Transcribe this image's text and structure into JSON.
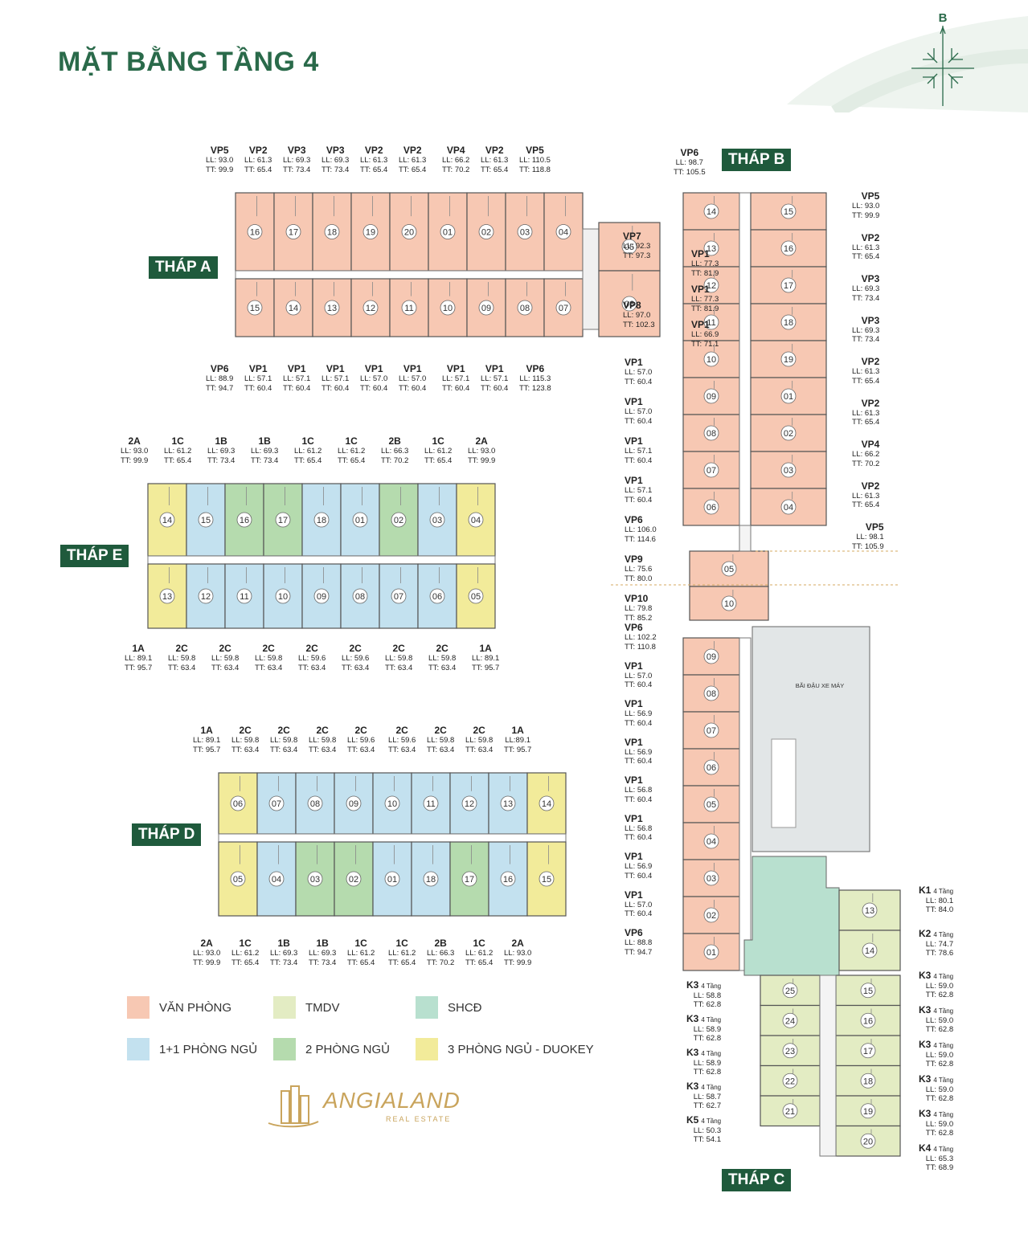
{
  "title": "MẶT BẰNG TẦNG 4",
  "compass": {
    "north_label": "B",
    "icon": "compass-icon"
  },
  "colors": {
    "office": "#f7c8b3",
    "commercial": "#e3ecc3",
    "community": "#b8e0cf",
    "one_plus_one": "#c3e1ef",
    "two_bed": "#b5dbae",
    "three_bed": "#f2eb9a",
    "accent": "#1f5a3c"
  },
  "towers": {
    "a": {
      "label": "THÁP A",
      "top_units": [
        "16",
        "17",
        "18",
        "19",
        "20",
        "01",
        "02",
        "03",
        "04"
      ],
      "bottom_units": [
        "15",
        "14",
        "13",
        "12",
        "11",
        "10",
        "09",
        "08",
        "07"
      ],
      "side_units": [
        "05",
        "06"
      ],
      "top_labels": [
        {
          "code": "VP5",
          "ll": "LL: 93.0",
          "tt": "TT: 99.9"
        },
        {
          "code": "VP2",
          "ll": "LL: 61.3",
          "tt": "TT: 65.4"
        },
        {
          "code": "VP3",
          "ll": "LL: 69.3",
          "tt": "TT: 73.4"
        },
        {
          "code": "VP3",
          "ll": "LL: 69.3",
          "tt": "TT: 73.4"
        },
        {
          "code": "VP2",
          "ll": "LL: 61.3",
          "tt": "TT: 65.4"
        },
        {
          "code": "VP2",
          "ll": "LL: 61.3",
          "tt": "TT: 65.4"
        },
        {
          "code": "VP4",
          "ll": "LL: 66.2",
          "tt": "TT: 70.2"
        },
        {
          "code": "VP2",
          "ll": "LL: 61.3",
          "tt": "TT: 65.4"
        },
        {
          "code": "VP5",
          "ll": "LL: 110.5",
          "tt": "TT: 118.8"
        }
      ],
      "bottom_labels": [
        {
          "code": "VP6",
          "ll": "LL: 88.9",
          "tt": "TT: 94.7"
        },
        {
          "code": "VP1",
          "ll": "LL: 57.1",
          "tt": "TT: 60.4"
        },
        {
          "code": "VP1",
          "ll": "LL: 57.1",
          "tt": "TT: 60.4"
        },
        {
          "code": "VP1",
          "ll": "LL: 57.1",
          "tt": "TT: 60.4"
        },
        {
          "code": "VP1",
          "ll": "LL: 57.0",
          "tt": "TT: 60.4"
        },
        {
          "code": "VP1",
          "ll": "LL: 57.0",
          "tt": "TT: 60.4"
        },
        {
          "code": "VP1",
          "ll": "LL: 57.1",
          "tt": "TT: 60.4"
        },
        {
          "code": "VP1",
          "ll": "LL: 57.1",
          "tt": "TT: 60.4"
        },
        {
          "code": "VP6",
          "ll": "LL: 115.3",
          "tt": "TT: 123.8"
        }
      ],
      "side_labels": [
        {
          "code": "VP7",
          "ll": "LL: 92.3",
          "tt": "TT: 97.3"
        },
        {
          "code": "VP8",
          "ll": "LL: 97.0",
          "tt": "TT: 102.3"
        }
      ]
    },
    "b": {
      "label": "THÁP B",
      "top_label": {
        "code": "VP6",
        "ll": "LL: 98.7",
        "tt": "TT: 105.5"
      },
      "left_units": [
        "14",
        "13",
        "12",
        "11",
        "10",
        "09",
        "08",
        "07",
        "06"
      ],
      "right_units": [
        "15",
        "16",
        "17",
        "18",
        "19",
        "01",
        "02",
        "03",
        "04"
      ],
      "center_units": [
        "05",
        "10"
      ],
      "inner_labels": [
        {
          "code": "VP1",
          "ll": "LL: 77.3",
          "tt": "TT: 81.9"
        },
        {
          "code": "VP1",
          "ll": "LL: 77.3",
          "tt": "TT: 81.9"
        },
        {
          "code": "VP1",
          "ll": "LL: 66.9",
          "tt": "TT: 71.1"
        }
      ],
      "right_labels": [
        {
          "code": "VP5",
          "ll": "LL: 93.0",
          "tt": "TT: 99.9"
        },
        {
          "code": "VP2",
          "ll": "LL: 61.3",
          "tt": "TT: 65.4"
        },
        {
          "code": "VP3",
          "ll": "LL: 69.3",
          "tt": "TT: 73.4"
        },
        {
          "code": "VP3",
          "ll": "LL: 69.3",
          "tt": "TT: 73.4"
        },
        {
          "code": "VP2",
          "ll": "LL: 61.3",
          "tt": "TT: 65.4"
        },
        {
          "code": "VP2",
          "ll": "LL: 61.3",
          "tt": "TT: 65.4"
        },
        {
          "code": "VP4",
          "ll": "LL: 66.2",
          "tt": "TT: 70.2"
        },
        {
          "code": "VP2",
          "ll": "LL: 61.3",
          "tt": "TT: 65.4"
        },
        {
          "code": "VP5",
          "ll": "LL: 98.1",
          "tt": "TT: 105.9"
        }
      ],
      "left_labels": [
        {
          "code": "VP1",
          "ll": "LL: 57.0",
          "tt": "TT: 60.4"
        },
        {
          "code": "VP1",
          "ll": "LL: 57.0",
          "tt": "TT: 60.4"
        },
        {
          "code": "VP1",
          "ll": "LL: 57.1",
          "tt": "TT: 60.4"
        },
        {
          "code": "VP1",
          "ll": "LL: 57.1",
          "tt": "TT: 60.4"
        },
        {
          "code": "VP6",
          "ll": "LL: 106.0",
          "tt": "TT: 114.6"
        },
        {
          "code": "VP9",
          "ll": "LL: 75.6",
          "tt": "TT: 80.0"
        },
        {
          "code": "VP10",
          "ll": "LL: 79.8",
          "tt": "TT: 85.2"
        }
      ]
    },
    "c": {
      "label": "THÁP C",
      "parking_label": "BÃI ĐẬU XE MÁY",
      "office_units": [
        "09",
        "08",
        "07",
        "06",
        "05",
        "04",
        "03",
        "02",
        "01"
      ],
      "left_labels": [
        {
          "code": "VP6",
          "ll": "LL: 102.2",
          "tt": "TT: 110.8"
        },
        {
          "code": "VP1",
          "ll": "LL: 57.0",
          "tt": "TT: 60.4"
        },
        {
          "code": "VP1",
          "ll": "LL: 56.9",
          "tt": "TT: 60.4"
        },
        {
          "code": "VP1",
          "ll": "LL: 56.9",
          "tt": "TT: 60.4"
        },
        {
          "code": "VP1",
          "ll": "LL: 56.8",
          "tt": "TT: 60.4"
        },
        {
          "code": "VP1",
          "ll": "LL: 56.8",
          "tt": "TT: 60.4"
        },
        {
          "code": "VP1",
          "ll": "LL: 56.9",
          "tt": "TT: 60.4"
        },
        {
          "code": "VP1",
          "ll": "LL: 57.0",
          "tt": "TT: 60.4"
        },
        {
          "code": "VP6",
          "ll": "LL: 88.8",
          "tt": "TT: 94.7"
        }
      ],
      "shop_left_units": [
        "25",
        "24",
        "23",
        "22",
        "21"
      ],
      "shop_right_units": [
        "13",
        "14",
        "15",
        "16",
        "17",
        "18",
        "19",
        "20"
      ],
      "shop_left_labels": [
        {
          "code": "K3",
          "floors": "4 Tầng",
          "ll": "LL: 58.8",
          "tt": "TT: 62.8"
        },
        {
          "code": "K3",
          "floors": "4 Tầng",
          "ll": "LL: 58.9",
          "tt": "TT: 62.8"
        },
        {
          "code": "K3",
          "floors": "4 Tầng",
          "ll": "LL: 58.9",
          "tt": "TT: 62.8"
        },
        {
          "code": "K3",
          "floors": "4 Tầng",
          "ll": "LL: 58.7",
          "tt": "TT: 62.7"
        },
        {
          "code": "K5",
          "floors": "4 Tầng",
          "ll": "LL: 50.3",
          "tt": "TT: 54.1"
        }
      ],
      "shop_right_labels": [
        {
          "code": "K1",
          "floors": "4 Tầng",
          "ll": "LL: 80.1",
          "tt": "TT: 84.0"
        },
        {
          "code": "K2",
          "floors": "4 Tầng",
          "ll": "LL: 74.7",
          "tt": "TT: 78.6"
        },
        {
          "code": "K3",
          "floors": "4 Tầng",
          "ll": "LL: 59.0",
          "tt": "TT: 62.8"
        },
        {
          "code": "K3",
          "floors": "4 Tầng",
          "ll": "LL: 59.0",
          "tt": "TT: 62.8"
        },
        {
          "code": "K3",
          "floors": "4 Tầng",
          "ll": "LL: 59.0",
          "tt": "TT: 62.8"
        },
        {
          "code": "K3",
          "floors": "4 Tầng",
          "ll": "LL: 59.0",
          "tt": "TT: 62.8"
        },
        {
          "code": "K3",
          "floors": "4 Tầng",
          "ll": "LL: 59.0",
          "tt": "TT: 62.8"
        },
        {
          "code": "K4",
          "floors": "4 Tầng",
          "ll": "LL: 65.3",
          "tt": "TT: 68.9"
        }
      ]
    },
    "d": {
      "label": "THÁP D",
      "top_units": [
        "06",
        "07",
        "08",
        "09",
        "10",
        "11",
        "12",
        "13",
        "14"
      ],
      "top_types": [
        "three",
        "one",
        "one",
        "one",
        "one",
        "one",
        "one",
        "one",
        "three"
      ],
      "bottom_units": [
        "05",
        "04",
        "03",
        "02",
        "01",
        "18",
        "17",
        "16",
        "15"
      ],
      "bottom_types": [
        "three",
        "one",
        "two",
        "two",
        "one",
        "one",
        "two",
        "one",
        "three"
      ],
      "top_labels": [
        {
          "code": "1A",
          "ll": "LL: 89.1",
          "tt": "TT: 95.7"
        },
        {
          "code": "2C",
          "ll": "LL: 59.8",
          "tt": "TT: 63.4"
        },
        {
          "code": "2C",
          "ll": "LL: 59.8",
          "tt": "TT: 63.4"
        },
        {
          "code": "2C",
          "ll": "LL: 59.8",
          "tt": "TT: 63.4"
        },
        {
          "code": "2C",
          "ll": "LL: 59.6",
          "tt": "TT: 63.4"
        },
        {
          "code": "2C",
          "ll": "LL: 59.6",
          "tt": "TT: 63.4"
        },
        {
          "code": "2C",
          "ll": "LL: 59.8",
          "tt": "TT: 63.4"
        },
        {
          "code": "2C",
          "ll": "LL: 59.8",
          "tt": "TT: 63.4"
        },
        {
          "code": "1A",
          "ll": "LL:89.1",
          "tt": "TT: 95.7"
        }
      ],
      "bottom_labels": [
        {
          "code": "2A",
          "ll": "LL: 93.0",
          "tt": "TT: 99.9"
        },
        {
          "code": "1C",
          "ll": "LL: 61.2",
          "tt": "TT: 65.4"
        },
        {
          "code": "1B",
          "ll": "LL: 69.3",
          "tt": "TT: 73.4"
        },
        {
          "code": "1B",
          "ll": "LL: 69.3",
          "tt": "TT: 73.4"
        },
        {
          "code": "1C",
          "ll": "LL: 61.2",
          "tt": "TT: 65.4"
        },
        {
          "code": "1C",
          "ll": "LL: 61.2",
          "tt": "TT: 65.4"
        },
        {
          "code": "2B",
          "ll": "LL: 66.3",
          "tt": "TT: 70.2"
        },
        {
          "code": "1C",
          "ll": "LL: 61.2",
          "tt": "TT: 65.4"
        },
        {
          "code": "2A",
          "ll": "LL: 93.0",
          "tt": "TT: 99.9"
        }
      ]
    },
    "e": {
      "label": "THÁP E",
      "top_units": [
        "14",
        "15",
        "16",
        "17",
        "18",
        "01",
        "02",
        "03",
        "04"
      ],
      "top_types": [
        "three",
        "one",
        "two",
        "two",
        "one",
        "one",
        "two",
        "one",
        "three"
      ],
      "bottom_units": [
        "13",
        "12",
        "11",
        "10",
        "09",
        "08",
        "07",
        "06",
        "05"
      ],
      "bottom_types": [
        "three",
        "one",
        "one",
        "one",
        "one",
        "one",
        "one",
        "one",
        "three"
      ],
      "top_labels": [
        {
          "code": "2A",
          "ll": "LL: 93.0",
          "tt": "TT: 99.9"
        },
        {
          "code": "1C",
          "ll": "LL: 61.2",
          "tt": "TT: 65.4"
        },
        {
          "code": "1B",
          "ll": "LL: 69.3",
          "tt": "TT: 73.4"
        },
        {
          "code": "1B",
          "ll": "LL: 69.3",
          "tt": "TT: 73.4"
        },
        {
          "code": "1C",
          "ll": "LL: 61.2",
          "tt": "TT: 65.4"
        },
        {
          "code": "1C",
          "ll": "LL: 61.2",
          "tt": "TT: 65.4"
        },
        {
          "code": "2B",
          "ll": "LL: 66.3",
          "tt": "TT: 70.2"
        },
        {
          "code": "1C",
          "ll": "LL: 61.2",
          "tt": "TT: 65.4"
        },
        {
          "code": "2A",
          "ll": "LL: 93.0",
          "tt": "TT: 99.9"
        }
      ],
      "bottom_labels": [
        {
          "code": "1A",
          "ll": "LL: 89.1",
          "tt": "TT: 95.7"
        },
        {
          "code": "2C",
          "ll": "LL: 59.8",
          "tt": "TT: 63.4"
        },
        {
          "code": "2C",
          "ll": "LL: 59.8",
          "tt": "TT: 63.4"
        },
        {
          "code": "2C",
          "ll": "LL: 59.8",
          "tt": "TT: 63.4"
        },
        {
          "code": "2C",
          "ll": "LL: 59.6",
          "tt": "TT: 63.4"
        },
        {
          "code": "2C",
          "ll": "LL: 59.6",
          "tt": "TT: 63.4"
        },
        {
          "code": "2C",
          "ll": "LL: 59.8",
          "tt": "TT: 63.4"
        },
        {
          "code": "2C",
          "ll": "LL: 59.8",
          "tt": "TT: 63.4"
        },
        {
          "code": "1A",
          "ll": "LL: 89.1",
          "tt": "TT: 95.7"
        }
      ]
    }
  },
  "legend": [
    {
      "label": "VĂN PHÒNG",
      "color": "#f7c8b3"
    },
    {
      "label": "TMDV",
      "color": "#e3ecc3"
    },
    {
      "label": "SHCĐ",
      "color": "#b8e0cf"
    },
    {
      "label": "1+1 PHÒNG NGỦ",
      "color": "#c3e1ef"
    },
    {
      "label": "2 PHÒNG NGỦ",
      "color": "#b5dbae"
    },
    {
      "label": "3 PHÒNG NGỦ - DUOKEY",
      "color": "#f2eb9a"
    }
  ],
  "logo": {
    "main": "ANGIALAND",
    "sub": "REAL ESTATE"
  }
}
